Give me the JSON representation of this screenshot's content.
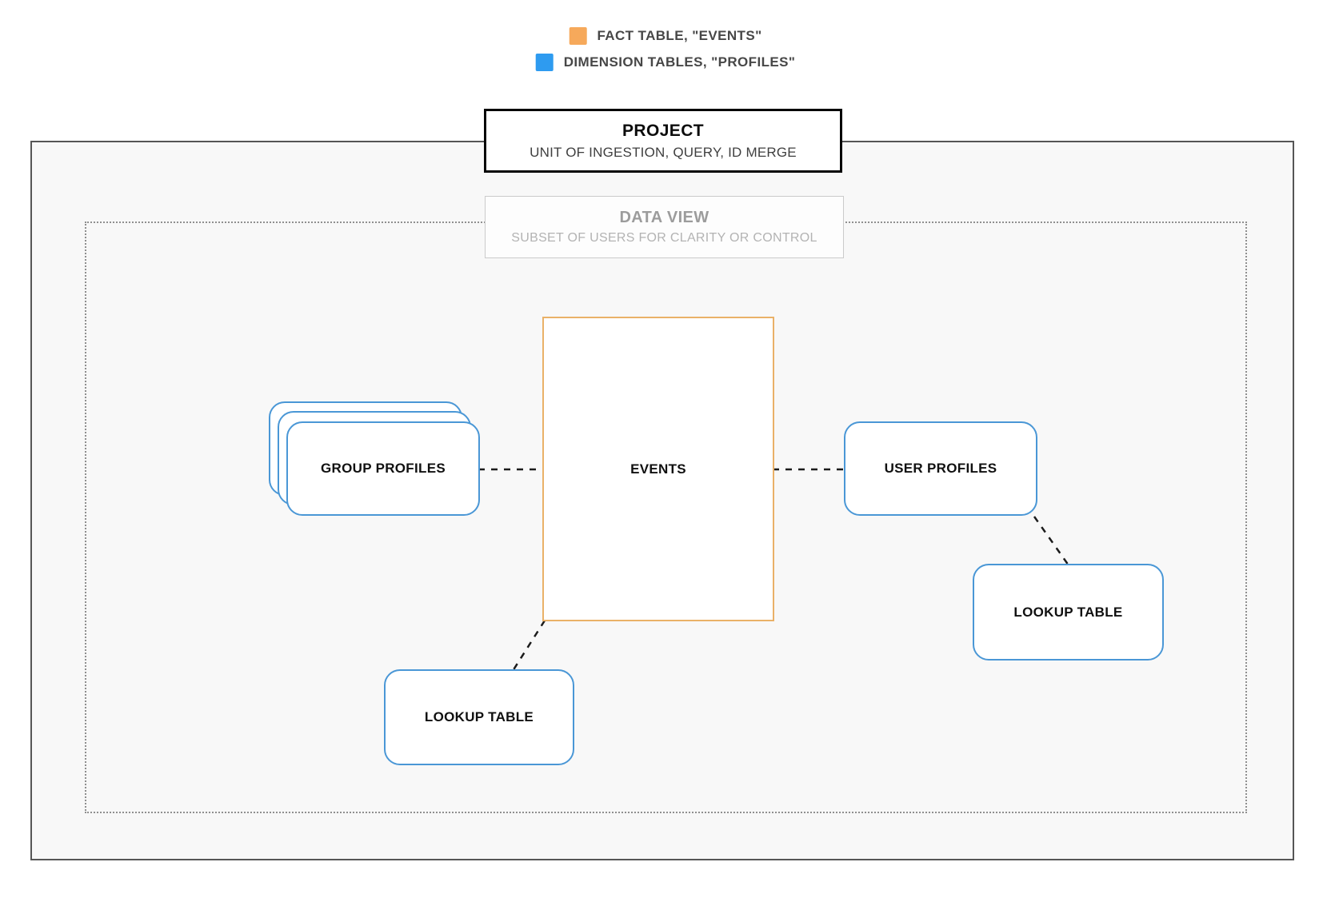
{
  "legend": {
    "items": [
      {
        "name": "fact-table",
        "label": "FACT TABLE, \"EVENTS\"",
        "color": "#F6A95B"
      },
      {
        "name": "dimension-tables",
        "label": "DIMENSION TABLES, \"PROFILES\"",
        "color": "#2E9BF0"
      }
    ]
  },
  "project": {
    "title": "PROJECT",
    "subtitle": "UNIT OF INGESTION, QUERY, ID MERGE"
  },
  "data_view": {
    "title": "DATA VIEW",
    "subtitle": "SUBSET OF USERS FOR CLARITY OR CONTROL"
  },
  "nodes": {
    "events": {
      "label": "EVENTS",
      "type": "fact-table"
    },
    "group_profiles": {
      "label": "GROUP PROFILES",
      "type": "dimension-table-stack"
    },
    "user_profiles": {
      "label": "USER PROFILES",
      "type": "dimension-table"
    },
    "lookup_table_bottom": {
      "label": "LOOKUP TABLE",
      "type": "dimension-table"
    },
    "lookup_table_right": {
      "label": "LOOKUP TABLE",
      "type": "dimension-table"
    }
  },
  "connections": [
    {
      "from": "group_profiles",
      "to": "events",
      "style": "dashed"
    },
    {
      "from": "events",
      "to": "user_profiles",
      "style": "dashed"
    },
    {
      "from": "events",
      "to": "lookup_table_bottom",
      "style": "dashed"
    },
    {
      "from": "user_profiles",
      "to": "lookup_table_right",
      "style": "dashed"
    }
  ],
  "colors": {
    "fact_swatch": "#F6A95B",
    "dimension_swatch": "#2E9BF0",
    "fact_border": "#EAB168",
    "dimension_border": "#4A97D6",
    "connector": "#1C1C1C",
    "outer_border": "#565656",
    "dotted_border": "#8F8F8F"
  }
}
